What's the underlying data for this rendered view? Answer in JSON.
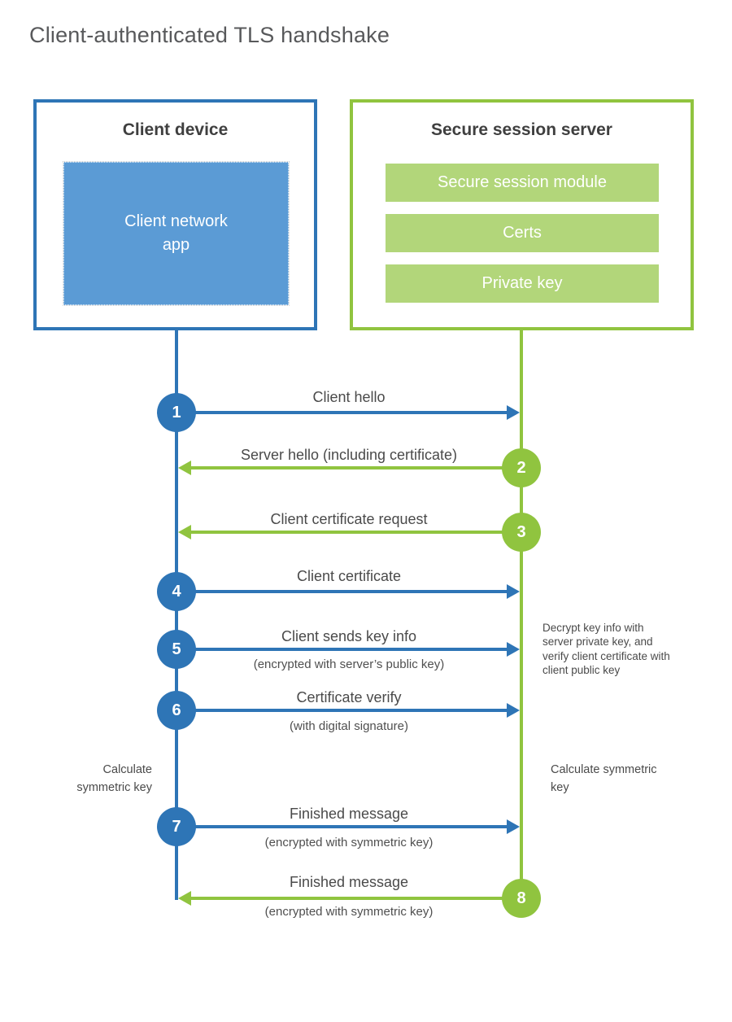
{
  "title": "Client-authenticated TLS handshake",
  "client": {
    "title": "Client device",
    "app_label": "Client network app"
  },
  "server": {
    "title": "Secure session server",
    "modules": [
      "Secure session module",
      "Certs",
      "Private key"
    ]
  },
  "steps": [
    {
      "num": "1",
      "label": "Client hello",
      "from": "client",
      "to": "server",
      "direction": "right",
      "color": "blue"
    },
    {
      "num": "2",
      "label": "Server hello (including certificate)",
      "from": "server",
      "to": "client",
      "direction": "left",
      "color": "green"
    },
    {
      "num": "3",
      "label": "Client certificate request",
      "from": "server",
      "to": "client",
      "direction": "left",
      "color": "green"
    },
    {
      "num": "4",
      "label": "Client certificate",
      "from": "client",
      "to": "server",
      "direction": "right",
      "color": "blue"
    },
    {
      "num": "5",
      "label": "Client sends key info",
      "sub": "(encrypted with server’s public key)",
      "from": "client",
      "to": "server",
      "direction": "right",
      "color": "blue"
    },
    {
      "num": "6",
      "label": "Certificate verify",
      "sub": "(with digital signature)",
      "from": "client",
      "to": "server",
      "direction": "right",
      "color": "blue"
    },
    {
      "num": "7",
      "label": "Finished message",
      "sub": "(encrypted with symmetric key)",
      "from": "client",
      "to": "server",
      "direction": "right",
      "color": "blue"
    },
    {
      "num": "8",
      "label": "Finished message",
      "sub": "(encrypted with symmetric key)",
      "from": "server",
      "to": "client",
      "direction": "left",
      "color": "green"
    }
  ],
  "notes": {
    "decrypt": "Decrypt key info with server private key, and verify client certificate with client public key",
    "calculate_left": "Calculate symmetric key",
    "calculate_right": "Calculate symmetric key"
  },
  "colors": {
    "blue": "#2E75B6",
    "blue_fill": "#5B9BD5",
    "green": "#90C43F",
    "green_fill": "#B2D67A"
  }
}
